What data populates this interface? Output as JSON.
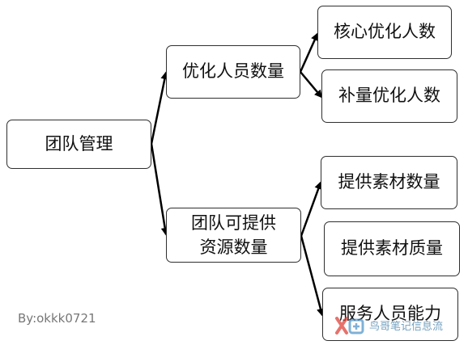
{
  "nodes": {
    "root": "团队管理",
    "optimize_count": "优化人员数量",
    "core_optimize": "核心优化人数",
    "supplement_optimize": "补量优化人数",
    "resources_line1": "团队可提供",
    "resources_line2": "资源数量",
    "material_count": "提供素材数量",
    "material_quality": "提供素材质量",
    "service_ability": "服务人员能力"
  },
  "credit": "By:okkk0721",
  "watermark": {
    "text": "鸟哥笔记信息流"
  },
  "colors": {
    "border": "#2f2f2f",
    "arrow": "#000000",
    "credit": "#777777",
    "watermark_red": "#e0433a",
    "watermark_blue": "#4a90c4"
  }
}
